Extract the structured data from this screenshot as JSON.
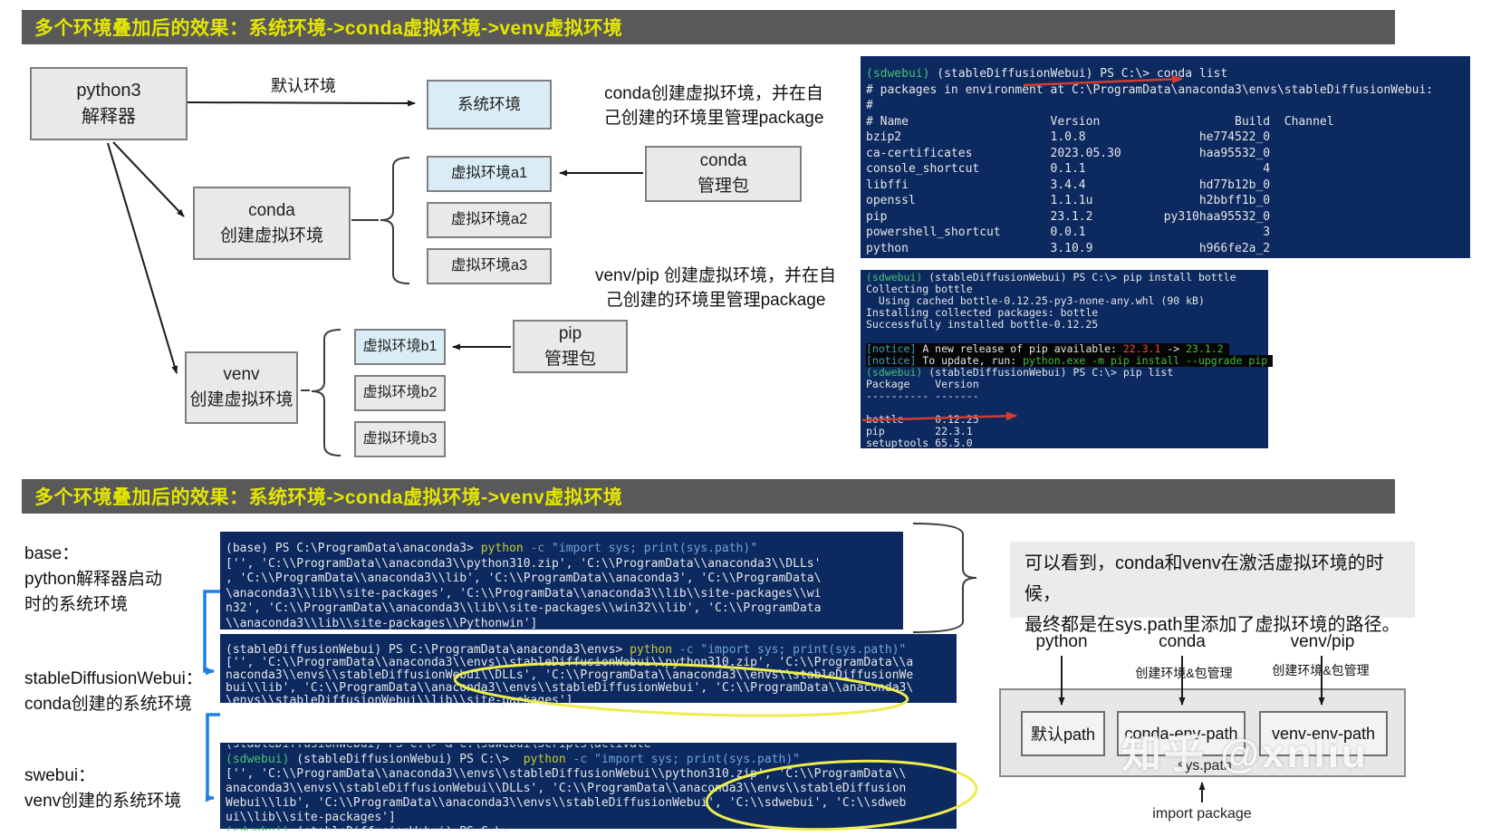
{
  "page": {
    "header1": "多个环境叠加后的效果：系统环境->conda虚拟环境->venv虚拟环境",
    "header2": "多个环境叠加后的效果：系统环境->conda虚拟环境->venv虚拟环境",
    "watermark": "知乎 @xnliu"
  },
  "colors": {
    "header_bg": "#595959",
    "header_text": "#e4e600",
    "terminal_bg": "#0c2a60",
    "box_gray": "#e9e9e9",
    "box_blue": "#daedf6",
    "arrow_red": "#d43c30",
    "connector_blue": "#1f7fe8",
    "ellipse_yellow": "#eded4f"
  },
  "flow": {
    "python3_l1": "python3",
    "python3_l2": "解释器",
    "default_env": "默认环境",
    "system_env": "系统环境",
    "conda_l1": "conda",
    "conda_l2": "创建虚拟环境",
    "venv_l1": "venv",
    "venv_l2": "创建虚拟环境",
    "a1": "虚拟环境a1",
    "a2": "虚拟环境a2",
    "a3": "虚拟环境a3",
    "b1": "虚拟环境b1",
    "b2": "虚拟环境b2",
    "b3": "虚拟环境b3",
    "conda_pkg_l1": "conda",
    "conda_pkg_l2": "管理包",
    "pip_pkg_l1": "pip",
    "pip_pkg_l2": "管理包",
    "conda_note_l1": "conda创建虚拟环境，并在自",
    "conda_note_l2": "己创建的环境里管理package",
    "venv_note_l1": "venv/pip 创建虚拟环境，并在自",
    "venv_note_l2": "己创建的环境里管理package"
  },
  "labels": {
    "base_l1": "base：",
    "base_l2": "python解释器启动",
    "base_l3": "时的系统环境",
    "sdw_l1": "stableDiffusionWebui：",
    "sdw_l2": "conda创建的系统环境",
    "swebui_l1": "swebui：",
    "swebui_l2": "venv创建的系统环境",
    "note_l1": "可以看到，conda和venv在激活虚拟环境的时候，",
    "note_l2": "最终都是在sys.path里添加了虚拟环境的路径。"
  },
  "diagram": {
    "python": "python",
    "conda": "conda",
    "venvpip": "venv/pip",
    "conda_sub": "创建环境&包管理",
    "venv_sub": "创建环境&包管理",
    "path1": "默认path",
    "path2": "conda-env-path",
    "path3": "venv-env-path",
    "syspath": "sys.path",
    "import_pkg": "import package"
  },
  "terminals": {
    "t1": {
      "lines": [
        {
          "cls": "clip",
          "seg": [
            [
              "w",
              " "
            ]
          ]
        },
        {
          "seg": [
            [
              "g",
              "(sdwebui)"
            ],
            [
              "w",
              " (stableDiffusionWebui) PS C:\\> conda list"
            ]
          ]
        },
        {
          "seg": [
            [
              "w",
              "# packages in environment at C:\\ProgramData\\anaconda3\\envs\\stableDiffusionWebui:"
            ]
          ]
        },
        {
          "seg": [
            [
              "w",
              "#"
            ]
          ]
        },
        {
          "seg": [
            [
              "w",
              "# Name                    Version                   Build  Channel"
            ]
          ]
        },
        {
          "seg": [
            [
              "w",
              "bzip2                     1.0.8                he774522_0"
            ]
          ]
        },
        {
          "seg": [
            [
              "w",
              "ca-certificates           2023.05.30           haa95532_0"
            ]
          ]
        },
        {
          "seg": [
            [
              "w",
              "console_shortcut          0.1.1                         4"
            ]
          ]
        },
        {
          "seg": [
            [
              "w",
              "libffi                    3.4.4                hd77b12b_0"
            ]
          ]
        },
        {
          "seg": [
            [
              "w",
              "openssl                   1.1.1u               h2bbff1b_0"
            ]
          ]
        },
        {
          "seg": [
            [
              "w",
              "pip                       23.1.2          py310haa95532_0"
            ]
          ]
        },
        {
          "seg": [
            [
              "w",
              "powershell_shortcut       0.0.1                         3"
            ]
          ]
        },
        {
          "seg": [
            [
              "w",
              "python                    3.10.9               h966fe2a_2"
            ]
          ]
        }
      ]
    },
    "t2": {
      "lines": [
        {
          "seg": [
            [
              "g",
              "(sdwebui)"
            ],
            [
              "w",
              " (stableDiffusionWebui) PS C:\\> pip install bottle"
            ]
          ]
        },
        {
          "seg": [
            [
              "w",
              "Collecting bottle"
            ]
          ]
        },
        {
          "seg": [
            [
              "w",
              "  Using cached bottle-0.12.25-py3-none-any.whl (90 kB)"
            ]
          ]
        },
        {
          "seg": [
            [
              "w",
              "Installing collected packages: bottle"
            ]
          ]
        },
        {
          "seg": [
            [
              "w",
              "Successfully installed bottle-0.12.25"
            ]
          ]
        },
        {
          "seg": [
            [
              "w",
              " "
            ]
          ]
        },
        {
          "cls": "dark",
          "seg": [
            [
              "n",
              "[notice]"
            ],
            [
              "w",
              " A new release of pip available: "
            ],
            [
              "r",
              "22.3.1"
            ],
            [
              "w",
              " -> "
            ],
            [
              "gr",
              "23.1.2"
            ]
          ]
        },
        {
          "cls": "dark",
          "seg": [
            [
              "n",
              "[notice]"
            ],
            [
              "w",
              " To update, run: "
            ],
            [
              "gr",
              "python.exe -m pip install --upgrade pip"
            ]
          ]
        },
        {
          "seg": [
            [
              "g",
              "(sdwebui)"
            ],
            [
              "w",
              " (stableDiffusionWebui) PS C:\\> pip list"
            ]
          ]
        },
        {
          "seg": [
            [
              "w",
              "Package    Version"
            ]
          ]
        },
        {
          "seg": [
            [
              "w",
              "---------- -------"
            ]
          ]
        },
        {
          "seg": [
            [
              "w",
              " "
            ]
          ]
        },
        {
          "seg": [
            [
              "w",
              "bottle     0.12.25"
            ]
          ]
        },
        {
          "seg": [
            [
              "w",
              "pip        22.3.1"
            ]
          ]
        },
        {
          "seg": [
            [
              "w",
              "setuptools 65.5.0"
            ]
          ]
        }
      ]
    },
    "t3": {
      "lines": [
        {
          "cls": "clip",
          "seg": [
            [
              "w",
              " "
            ]
          ]
        },
        {
          "seg": [
            [
              "w",
              "(base) PS C:\\ProgramData\\anaconda3> "
            ],
            [
              "y",
              "python"
            ],
            [
              "d",
              " -c "
            ],
            [
              "b",
              "\"import sys; print(sys.path)\""
            ]
          ]
        },
        {
          "seg": [
            [
              "w",
              "['', 'C:\\\\ProgramData\\\\anaconda3\\\\python310.zip', 'C:\\\\ProgramData\\\\anaconda3\\\\DLLs'"
            ]
          ]
        },
        {
          "seg": [
            [
              "w",
              ", 'C:\\\\ProgramData\\\\anaconda3\\\\lib', 'C:\\\\ProgramData\\\\anaconda3', 'C:\\\\ProgramData\\"
            ]
          ]
        },
        {
          "seg": [
            [
              "w",
              "\\anaconda3\\\\lib\\\\site-packages', 'C:\\\\ProgramData\\\\anaconda3\\\\lib\\\\site-packages\\\\wi"
            ]
          ]
        },
        {
          "seg": [
            [
              "w",
              "n32', 'C:\\\\ProgramData\\\\anaconda3\\\\lib\\\\site-packages\\\\win32\\\\lib', 'C:\\\\ProgramData"
            ]
          ]
        },
        {
          "seg": [
            [
              "w",
              "\\\\anaconda3\\\\lib\\\\site-packages\\\\Pythonwin']"
            ]
          ]
        }
      ]
    },
    "t4": {
      "lines": [
        {
          "cls": "clip",
          "seg": [
            [
              "w",
              " "
            ]
          ]
        },
        {
          "seg": [
            [
              "w",
              "(stableDiffusionWebui) PS C:\\ProgramData\\anaconda3\\envs> "
            ],
            [
              "y",
              "python"
            ],
            [
              "d",
              " -c "
            ],
            [
              "b",
              "\"import sys; print(sys.path)\""
            ]
          ]
        },
        {
          "seg": [
            [
              "w",
              "['', 'C:\\\\ProgramData\\\\anaconda3\\\\envs\\\\stableDiffusionWebui\\\\python310.zip', 'C:\\\\ProgramData\\\\a"
            ]
          ]
        },
        {
          "seg": [
            [
              "w",
              "naconda3\\\\envs\\\\stableDiffusionWebui\\\\DLLs', 'C:\\\\ProgramData\\\\anaconda3\\\\envs\\\\stableDiffusionWe"
            ]
          ]
        },
        {
          "seg": [
            [
              "w",
              "bui\\\\lib', 'C:\\\\ProgramData\\\\anaconda3\\\\envs\\\\stableDiffusionWebui', 'C:\\\\ProgramData\\\\anaconda3\\"
            ]
          ]
        },
        {
          "seg": [
            [
              "w",
              "\\envs\\\\stableDiffusionWebui\\\\lib\\\\site-packages']"
            ]
          ]
        }
      ]
    },
    "t5": {
      "lines": [
        {
          "cls": "clip",
          "seg": [
            [
              "w",
              "(stableDiffusionWebui) PS C:\\> & C:\\sdwebui\\Scripts\\activate"
            ]
          ]
        },
        {
          "seg": [
            [
              "g",
              "(sdwebui)"
            ],
            [
              "w",
              " (stableDiffusionWebui) PS C:\\>  "
            ],
            [
              "y",
              "python"
            ],
            [
              "d",
              " -c "
            ],
            [
              "b",
              "\"import sys; print(sys.path)\""
            ]
          ]
        },
        {
          "seg": [
            [
              "w",
              "['', 'C:\\\\ProgramData\\\\anaconda3\\\\envs\\\\stableDiffusionWebui\\\\python310.zip', 'C:\\\\ProgramData\\\\"
            ]
          ]
        },
        {
          "seg": [
            [
              "w",
              "anaconda3\\\\envs\\\\stableDiffusionWebui\\\\DLLs', 'C:\\\\ProgramData\\\\anaconda3\\\\envs\\\\stableDiffusion"
            ]
          ]
        },
        {
          "seg": [
            [
              "w",
              "Webui\\\\lib', 'C:\\\\ProgramData\\\\anaconda3\\\\envs\\\\stableDiffusionWebui', 'C:\\\\sdwebui', 'C:\\\\sdweb"
            ]
          ]
        },
        {
          "seg": [
            [
              "w",
              "ui\\\\lib\\\\site-packages']"
            ]
          ]
        },
        {
          "cls": "clipb",
          "seg": [
            [
              "g",
              "(sdwebui)"
            ],
            [
              "w",
              " (stableDiffusionWebui) PS C:\\>"
            ]
          ]
        }
      ]
    }
  }
}
